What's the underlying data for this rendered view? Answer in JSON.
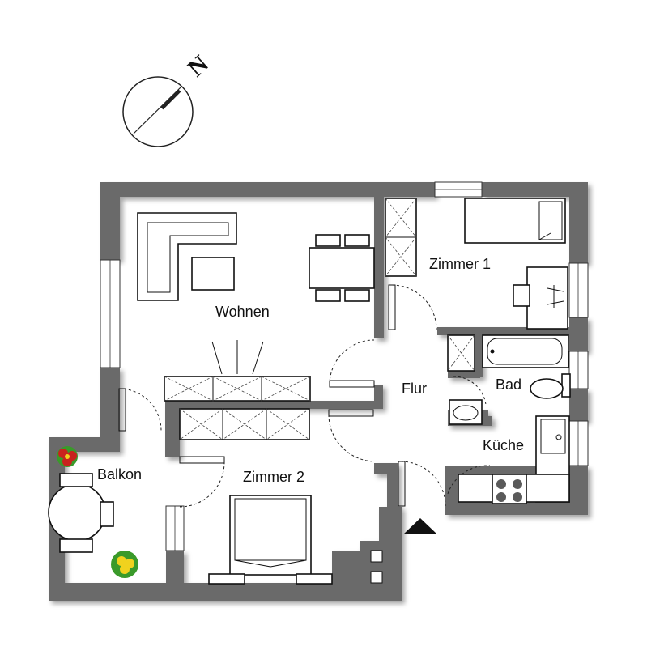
{
  "compass": {
    "north_label": "N"
  },
  "rooms": {
    "wohnen": "Wohnen",
    "zimmer1": "Zimmer 1",
    "zimmer2": "Zimmer 2",
    "flur": "Flur",
    "bad": "Bad",
    "kueche": "Küche",
    "balkon": "Balkon"
  },
  "icons": {
    "compass": "compass-icon",
    "entrance": "entrance-arrow-icon",
    "plant": "plant-icon"
  },
  "colors": {
    "wall": "#6b6b6b",
    "line": "#111111",
    "flower_red": "#c8231e",
    "flower_yellow": "#f0d21e",
    "leaf": "#3a9a2a"
  }
}
